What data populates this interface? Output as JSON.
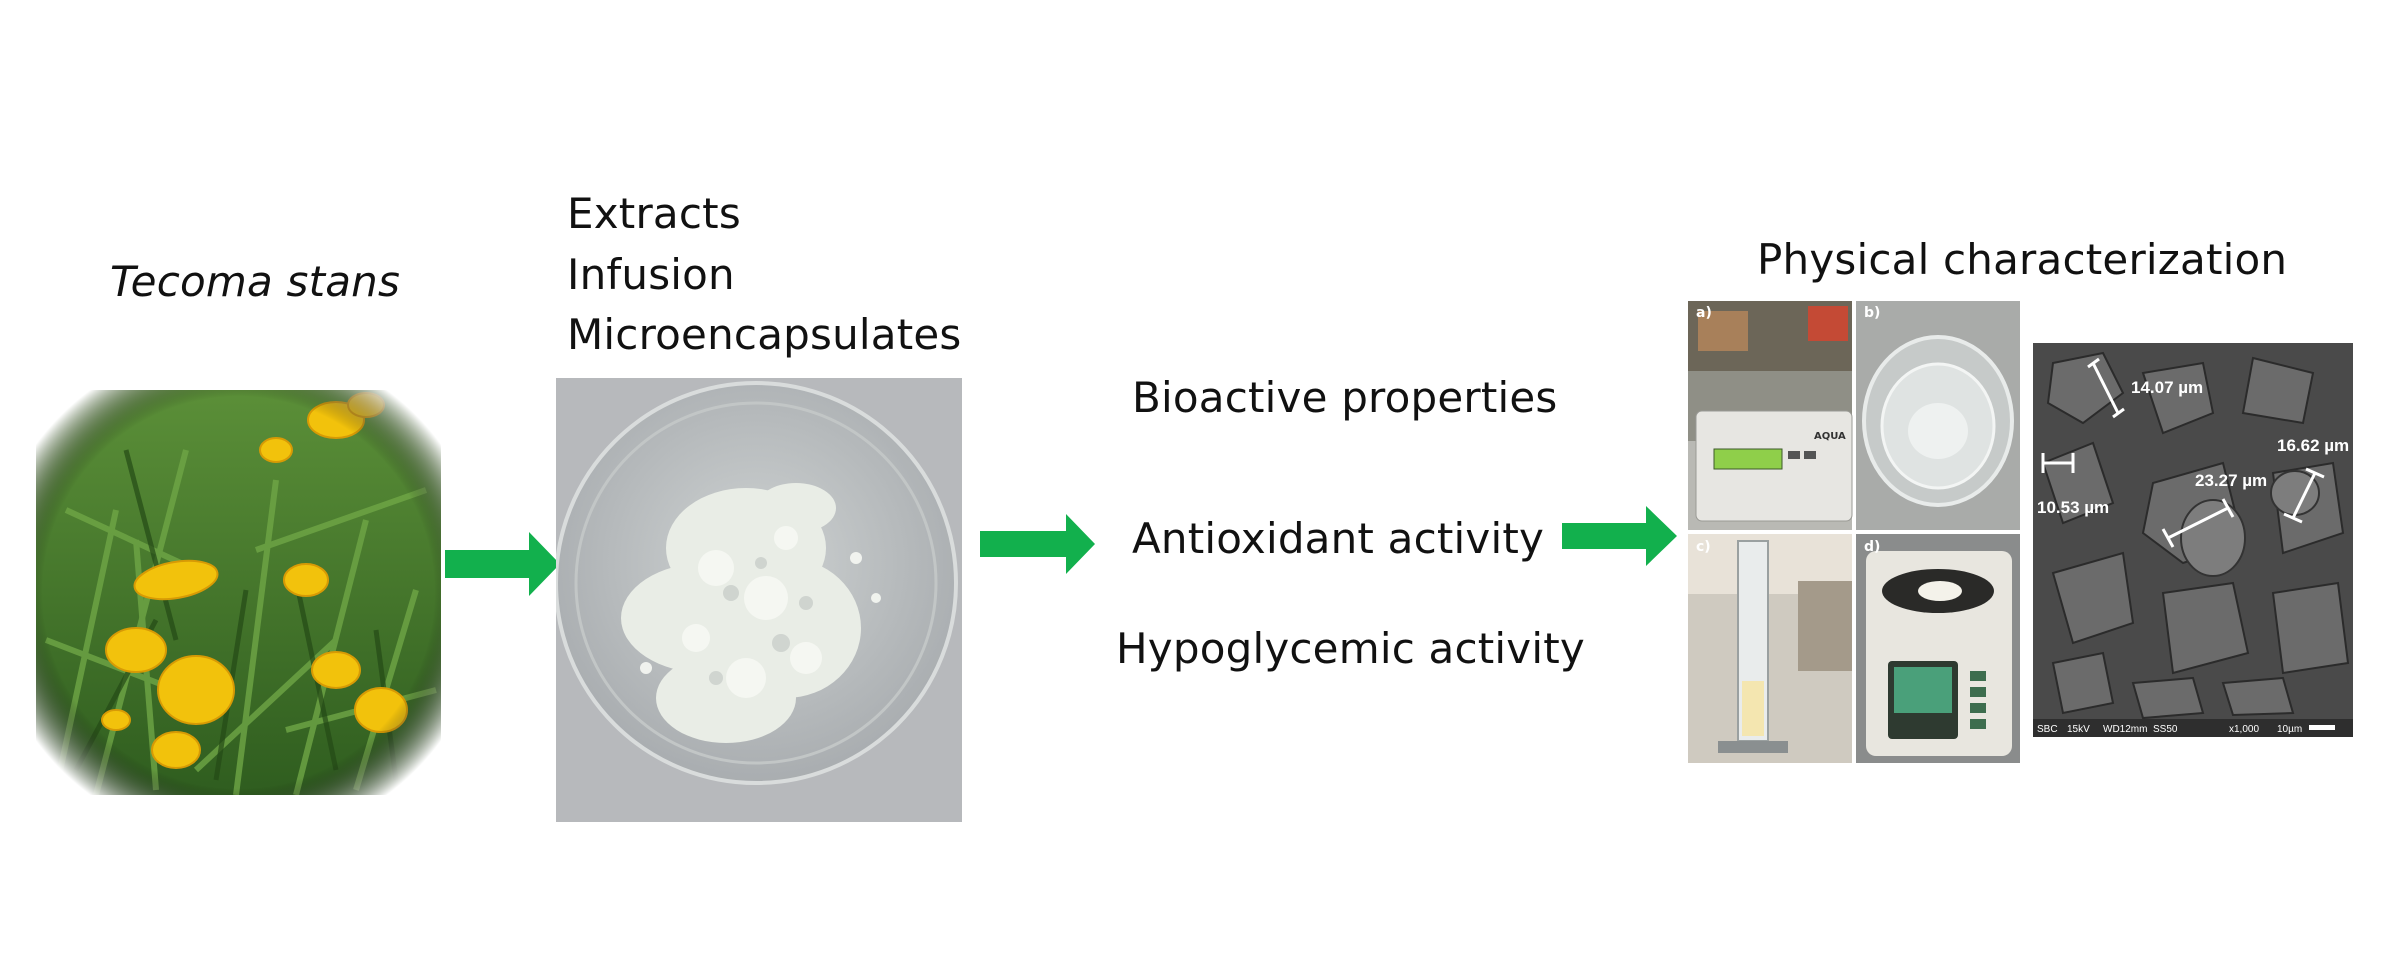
{
  "stage1": {
    "title": "Tecoma stans",
    "image_label": "tecoma-stans-photo"
  },
  "stage2": {
    "lines": [
      "Extracts",
      "Infusion",
      "Microencapsulates"
    ]
  },
  "stage3": {
    "heading": "Bioactive properties",
    "items": [
      "Antioxidant activity",
      "Hypoglycemic activity"
    ]
  },
  "stage4": {
    "heading": "Physical characterization",
    "panel_labels": [
      "a)",
      "b)",
      "c)",
      "d)"
    ],
    "device_brand": "AQUA",
    "sem_measurements": [
      "14.07 µm",
      "10.53 µm",
      "23.27 µm",
      "16.62 µm"
    ],
    "sem_footer": [
      "SBC",
      "15kV",
      "WD12mm",
      "SS50",
      "x1,000",
      "10µm"
    ]
  },
  "colors": {
    "arrow": "#12b04d",
    "foliage": "#3f7a28",
    "flower": "#f2c20c",
    "powder": "#e8ece6",
    "sem": "#4a4a4a"
  }
}
